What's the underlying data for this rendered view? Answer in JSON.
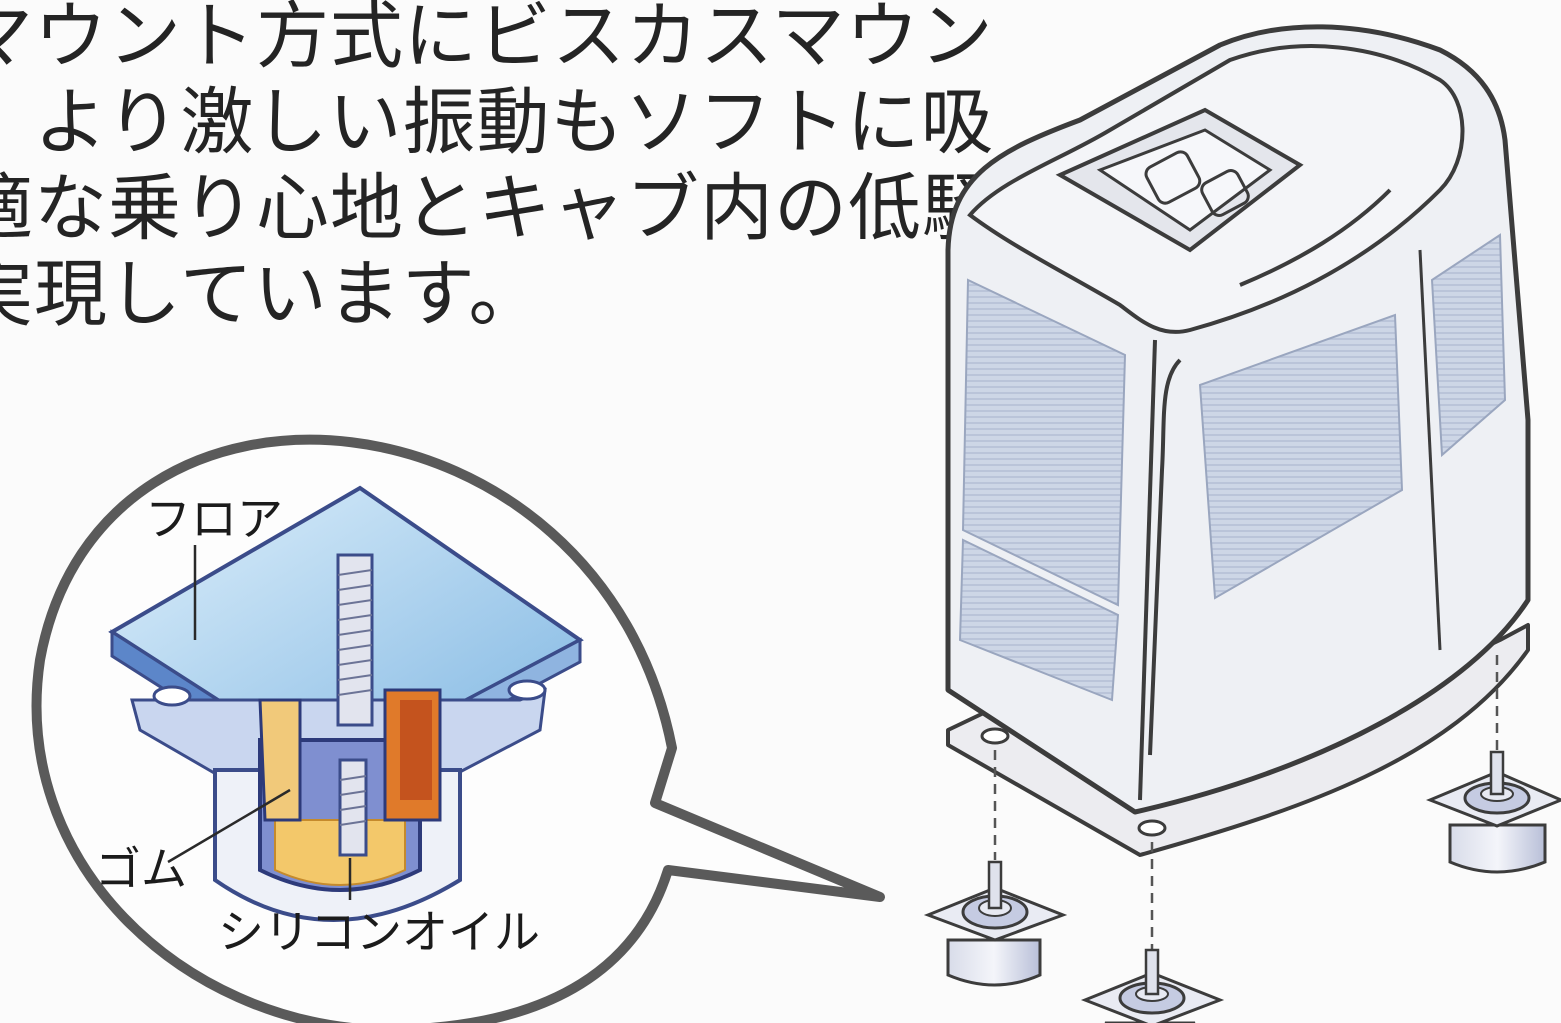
{
  "body_text": {
    "lines": [
      "マウント方式にビスカスマウン",
      "。より激しい振動もソフトに吸",
      "適な乗り心地とキャブ内の低騒",
      "実現しています。"
    ]
  },
  "callout": {
    "label_floor": "フロア",
    "label_rubber": "ゴム",
    "label_silicone_oil": "シリコンオイル"
  },
  "colors": {
    "outline": "#4a4a4a",
    "cab_fill": "#eef0f4",
    "window_fill": "#c9d3e4",
    "floor_plate": "#9fc7e8",
    "rubber_orange": "#e07a2a",
    "rubber_yellow": "#f3c86a",
    "metal_blue": "#7f8fd0"
  }
}
